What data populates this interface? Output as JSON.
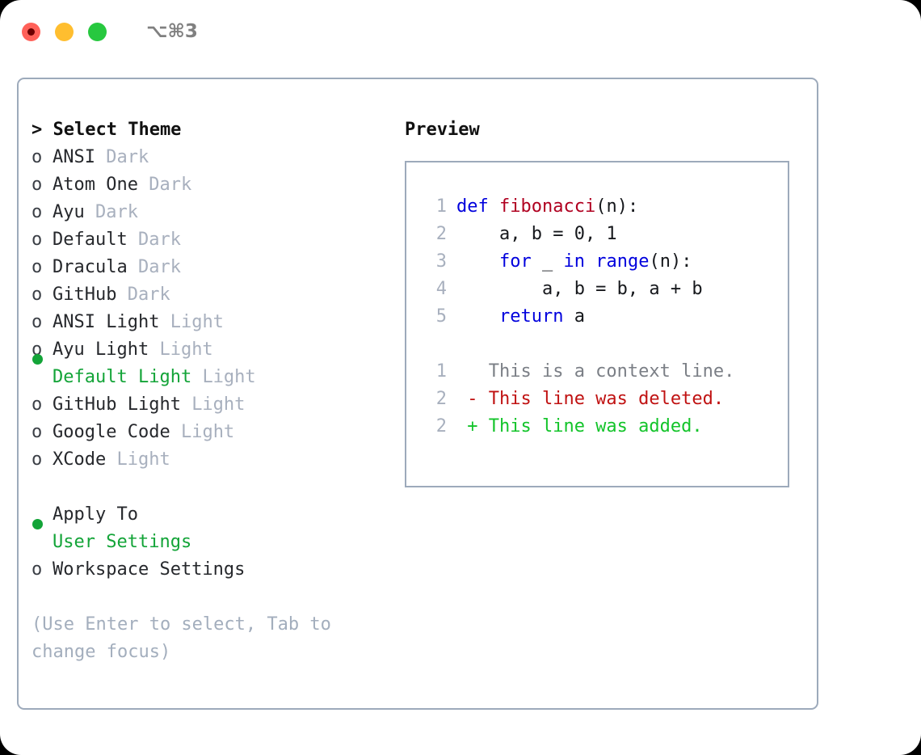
{
  "titlebar": {
    "shortcut": "⌥⌘3",
    "buttons": [
      {
        "name": "close",
        "color": "#ff6159"
      },
      {
        "name": "minimize",
        "color": "#ffbe2f"
      },
      {
        "name": "maximize",
        "color": "#27c83f"
      }
    ]
  },
  "theme_picker": {
    "header": "> Select Theme",
    "marker_selected": "●",
    "marker_unselected": "o",
    "items": [
      {
        "name": "ANSI",
        "kind": "Dark",
        "selected": false
      },
      {
        "name": "Atom One",
        "kind": "Dark",
        "selected": false
      },
      {
        "name": "Ayu",
        "kind": "Dark",
        "selected": false
      },
      {
        "name": "Default",
        "kind": "Dark",
        "selected": false
      },
      {
        "name": "Dracula",
        "kind": "Dark",
        "selected": false
      },
      {
        "name": "GitHub",
        "kind": "Dark",
        "selected": false
      },
      {
        "name": "ANSI Light",
        "kind": "Light",
        "selected": false
      },
      {
        "name": "Ayu Light",
        "kind": "Light",
        "selected": false
      },
      {
        "name": "Default Light",
        "kind": "Light",
        "selected": true
      },
      {
        "name": "GitHub Light",
        "kind": "Light",
        "selected": false
      },
      {
        "name": "Google Code",
        "kind": "Light",
        "selected": false
      },
      {
        "name": "XCode",
        "kind": "Light",
        "selected": false
      }
    ]
  },
  "apply_to": {
    "label": "Apply To",
    "items": [
      {
        "name": "User Settings",
        "selected": true
      },
      {
        "name": "Workspace Settings",
        "selected": false
      }
    ]
  },
  "hint": "(Use Enter to select, Tab to change focus)",
  "preview": {
    "label": "Preview",
    "code_lines": [
      {
        "no": "1",
        "tokens": [
          {
            "t": "def ",
            "c": "kw"
          },
          {
            "t": "fibonacci",
            "c": "fn"
          },
          {
            "t": "(n):",
            "c": "pl"
          }
        ]
      },
      {
        "no": "2",
        "tokens": [
          {
            "t": "    a, b = 0, 1",
            "c": "pl"
          }
        ]
      },
      {
        "no": "3",
        "tokens": [
          {
            "t": "    ",
            "c": "pl"
          },
          {
            "t": "for",
            "c": "kw"
          },
          {
            "t": " _ ",
            "c": "pl"
          },
          {
            "t": "in",
            "c": "kw"
          },
          {
            "t": " ",
            "c": "pl"
          },
          {
            "t": "range",
            "c": "kw"
          },
          {
            "t": "(n):",
            "c": "pl"
          }
        ]
      },
      {
        "no": "4",
        "tokens": [
          {
            "t": "        a, b = b, a + b",
            "c": "pl"
          }
        ]
      },
      {
        "no": "5",
        "tokens": [
          {
            "t": "    ",
            "c": "pl"
          },
          {
            "t": "return",
            "c": "kw"
          },
          {
            "t": " a",
            "c": "pl"
          }
        ]
      }
    ],
    "diff_lines": [
      {
        "no": "1",
        "tokens": [
          {
            "t": "   This is a context line.",
            "c": "ctx"
          }
        ]
      },
      {
        "no": "2",
        "tokens": [
          {
            "t": " - This line was deleted.",
            "c": "del"
          }
        ]
      },
      {
        "no": "2",
        "tokens": [
          {
            "t": " + This line was added.",
            "c": "add"
          }
        ]
      }
    ]
  },
  "colors": {
    "accent_green": "#13a438",
    "diff_added": "#13c42a",
    "diff_removed": "#c01212",
    "keyword_blue": "#0000dd",
    "function_red": "#b00020",
    "muted": "#a8b0be",
    "border": "#9daabb"
  }
}
